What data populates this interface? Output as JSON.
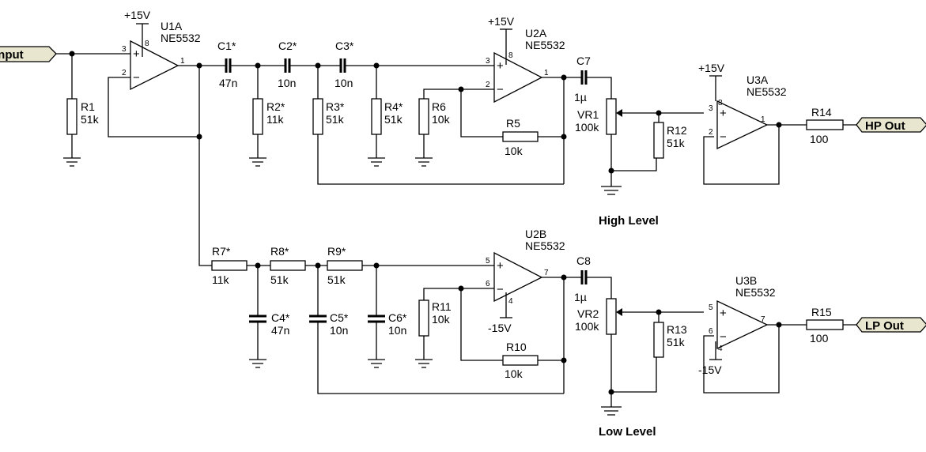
{
  "ports": {
    "input": "Input",
    "hp_out": "HP Out",
    "lp_out": "LP Out"
  },
  "labels": {
    "high_level": "High Level",
    "low_level": "Low Level"
  },
  "supply": {
    "pos": "+15V",
    "neg": "-15V"
  },
  "opamps": {
    "u1a": {
      "ref": "U1A",
      "part": "NE5532",
      "pin_in_p": "3",
      "pin_in_n": "2",
      "pin_out": "1",
      "pin_pwr": "8"
    },
    "u2a": {
      "ref": "U2A",
      "part": "NE5532",
      "pin_in_p": "3",
      "pin_in_n": "2",
      "pin_out": "1",
      "pin_pwr": "8"
    },
    "u3a": {
      "ref": "U3A",
      "part": "NE5532",
      "pin_in_p": "3",
      "pin_in_n": "2",
      "pin_out": "1",
      "pin_pwr": "8"
    },
    "u2b": {
      "ref": "U2B",
      "part": "NE5532",
      "pin_in_p": "5",
      "pin_in_n": "6",
      "pin_out": "7",
      "pin_pwr": "4"
    },
    "u3b": {
      "ref": "U3B",
      "part": "NE5532",
      "pin_in_p": "5",
      "pin_in_n": "6",
      "pin_out": "7",
      "pin_pwr": "4"
    }
  },
  "components": {
    "r1": {
      "ref": "R1",
      "val": "51k"
    },
    "c1": {
      "ref": "C1*",
      "val": "47n"
    },
    "c2": {
      "ref": "C2*",
      "val": "10n"
    },
    "c3": {
      "ref": "C3*",
      "val": "10n"
    },
    "r2": {
      "ref": "R2*",
      "val": "11k"
    },
    "r3": {
      "ref": "R3*",
      "val": "51k"
    },
    "r4": {
      "ref": "R4*",
      "val": "51k"
    },
    "r6": {
      "ref": "R6",
      "val": "10k"
    },
    "r5": {
      "ref": "R5",
      "val": "10k"
    },
    "c7": {
      "ref": "C7",
      "val": "1µ"
    },
    "vr1": {
      "ref": "VR1",
      "val": "100k"
    },
    "r12": {
      "ref": "R12",
      "val": "51k"
    },
    "r14": {
      "ref": "R14",
      "val": "100"
    },
    "r7": {
      "ref": "R7*",
      "val": "11k"
    },
    "r8": {
      "ref": "R8*",
      "val": "51k"
    },
    "r9": {
      "ref": "R9*",
      "val": "51k"
    },
    "c4": {
      "ref": "C4*",
      "val": "47n"
    },
    "c5": {
      "ref": "C5*",
      "val": "10n"
    },
    "c6": {
      "ref": "C6*",
      "val": "10n"
    },
    "r11": {
      "ref": "R11",
      "val": "10k"
    },
    "r10": {
      "ref": "R10",
      "val": "10k"
    },
    "c8": {
      "ref": "C8",
      "val": "1µ"
    },
    "vr2": {
      "ref": "VR2",
      "val": "100k"
    },
    "r13": {
      "ref": "R13",
      "val": "51k"
    },
    "r15": {
      "ref": "R15",
      "val": "100"
    }
  },
  "symbols": {
    "plus": "+",
    "minus": "−"
  }
}
